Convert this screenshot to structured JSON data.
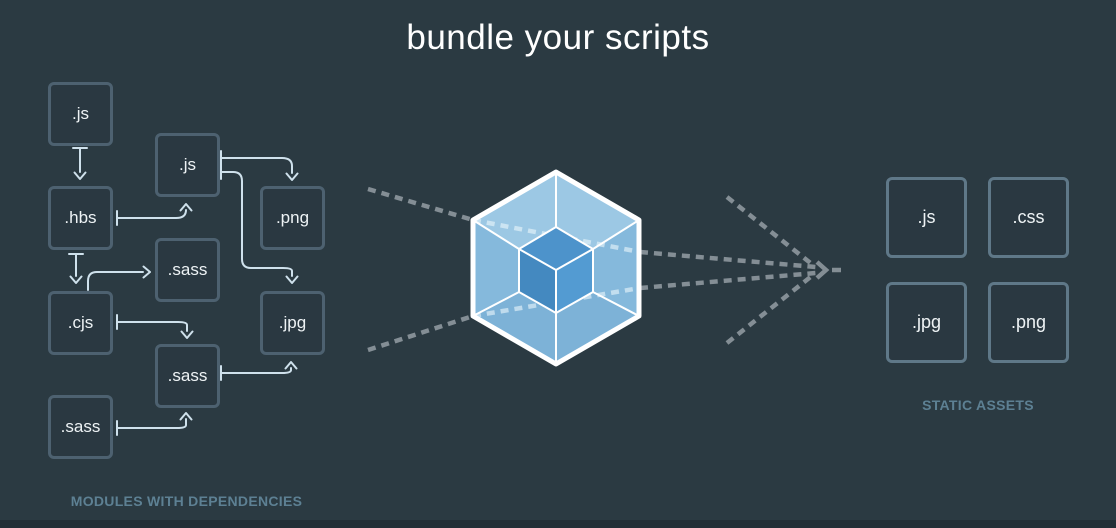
{
  "title": "bundle your scripts",
  "left_panel": {
    "caption": "MODULES WITH DEPENDENCIES",
    "modules": [
      {
        "label": ".js"
      },
      {
        "label": ".js"
      },
      {
        "label": ".hbs"
      },
      {
        "label": ".png"
      },
      {
        "label": ".sass"
      },
      {
        "label": ".cjs"
      },
      {
        "label": ".jpg"
      },
      {
        "label": ".sass"
      },
      {
        "label": ".sass"
      }
    ]
  },
  "right_panel": {
    "caption": "STATIC ASSETS",
    "assets": [
      {
        "label": ".js"
      },
      {
        "label": ".css"
      },
      {
        "label": ".jpg"
      },
      {
        "label": ".png"
      }
    ]
  },
  "icons": {
    "center": "webpack-cube-logo",
    "flow": "dotted-bundle-flow-arrow"
  },
  "colors": {
    "bg": "#2b3a42",
    "bottom_strip": "#232e36",
    "box_fill": "#2a3841",
    "module_box_border": "#4d6170",
    "asset_box_border": "#5f7888",
    "box_text": "#eef3f5",
    "arrow": "#cfe1ec",
    "dotted_line": "#848e95",
    "dotted_line_light": "rgba(235,246,252,0.6)",
    "caption_text": "#5d8093",
    "title_text": "#ffffff",
    "logo_edge": "#ffffff",
    "logo_face_top": "#9cc8e4",
    "logo_face_side": "#85b9dc",
    "logo_face_bottom": "#7db2d7",
    "logo_inner_top": "#4d93cb",
    "logo_inner_left": "#4489c0",
    "logo_inner_right": "#539bd2"
  }
}
